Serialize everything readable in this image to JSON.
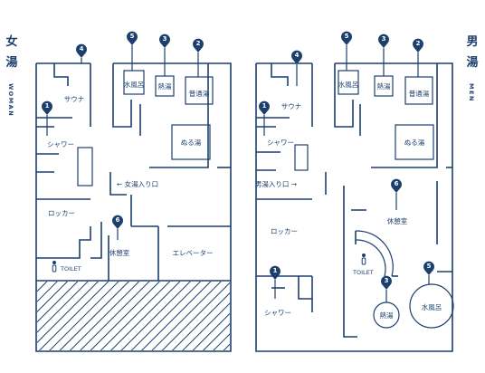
{
  "colors": {
    "ink": "#1c3f6e",
    "background": "#ffffff"
  },
  "women": {
    "side_title": [
      "女",
      "湯"
    ],
    "side_sub": "WOMAN",
    "rooms": {
      "sauna": "サウナ",
      "shower": "シャワー",
      "cold_bath": "水風呂",
      "hot_bath": "熱湯",
      "regular_bath": "普通湯",
      "lukewarm_bath": "ぬる湯",
      "entrance": "← 女湯入り口",
      "locker": "ロッカー",
      "rest_room": "休憩室",
      "elevator": "エレベーター",
      "toilet": "TOILET"
    },
    "pins": {
      "shower": "1",
      "regular_bath": "2",
      "hot_bath": "3",
      "sauna": "4",
      "cold_bath": "5",
      "rest_room": "6"
    }
  },
  "men": {
    "side_title": [
      "男",
      "湯"
    ],
    "side_sub": "MEN",
    "rooms": {
      "sauna": "サウナ",
      "shower_upper": "シャワー",
      "cold_bath_upper": "水風呂",
      "hot_bath_upper": "熱湯",
      "regular_bath": "普通湯",
      "lukewarm_bath": "ぬる湯",
      "entrance": "男湯入り口 →",
      "locker": "ロッカー",
      "rest_room": "休憩室",
      "toilet": "TOILET",
      "shower_lower": "シャワー",
      "hot_bath_lower": "熱湯",
      "cold_bath_lower": "水風呂"
    },
    "pins": {
      "shower_upper": "1",
      "regular_bath": "2",
      "hot_bath_upper": "3",
      "sauna": "4",
      "cold_bath_upper": "5",
      "rest_room": "6",
      "shower_lower": "1",
      "hot_bath_lower": "3",
      "cold_bath_lower": "5"
    }
  }
}
